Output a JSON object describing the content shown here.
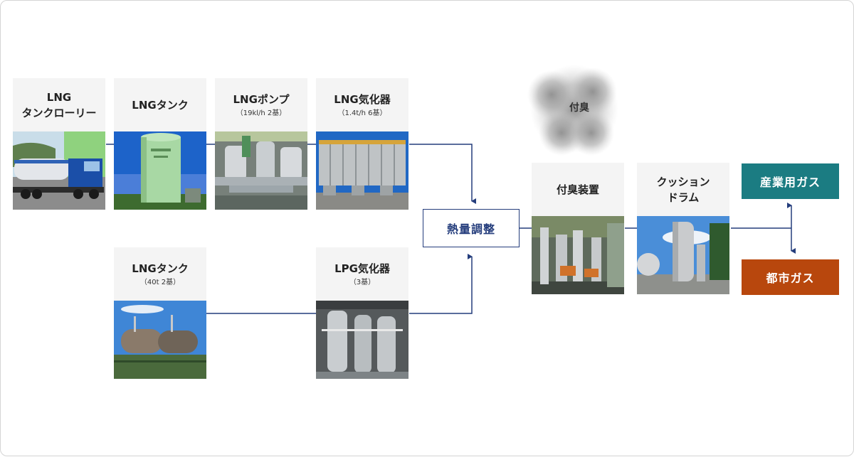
{
  "cards": {
    "lorry": {
      "title": "LNG\nタンクローリー",
      "sub": ""
    },
    "lng_tank1": {
      "title": "LNGタンク",
      "sub": ""
    },
    "lng_pump": {
      "title": "LNGポンプ",
      "sub": "（19kl/h 2基）"
    },
    "lng_vaporizer": {
      "title": "LNG気化器",
      "sub": "（1.4t/h 6基）"
    },
    "lng_tank2": {
      "title": "LNGタンク",
      "sub": "（40t 2基）"
    },
    "lpg_vaporizer": {
      "title": "LPG気化器",
      "sub": "（3基）"
    },
    "odorizer": {
      "title": "付臭装置",
      "sub": ""
    },
    "cushion_drum": {
      "title": "クッション\nドラム",
      "sub": ""
    }
  },
  "heat_adjust_label": "熱量調整",
  "odor_label": "付臭",
  "outputs": {
    "industrial": {
      "label": "産業用ガス",
      "color": "#1b7c82"
    },
    "city": {
      "label": "都市ガス",
      "color": "#b8470d"
    }
  },
  "colors": {
    "line": "#243d7c",
    "card_bg": "#f4f4f4"
  }
}
